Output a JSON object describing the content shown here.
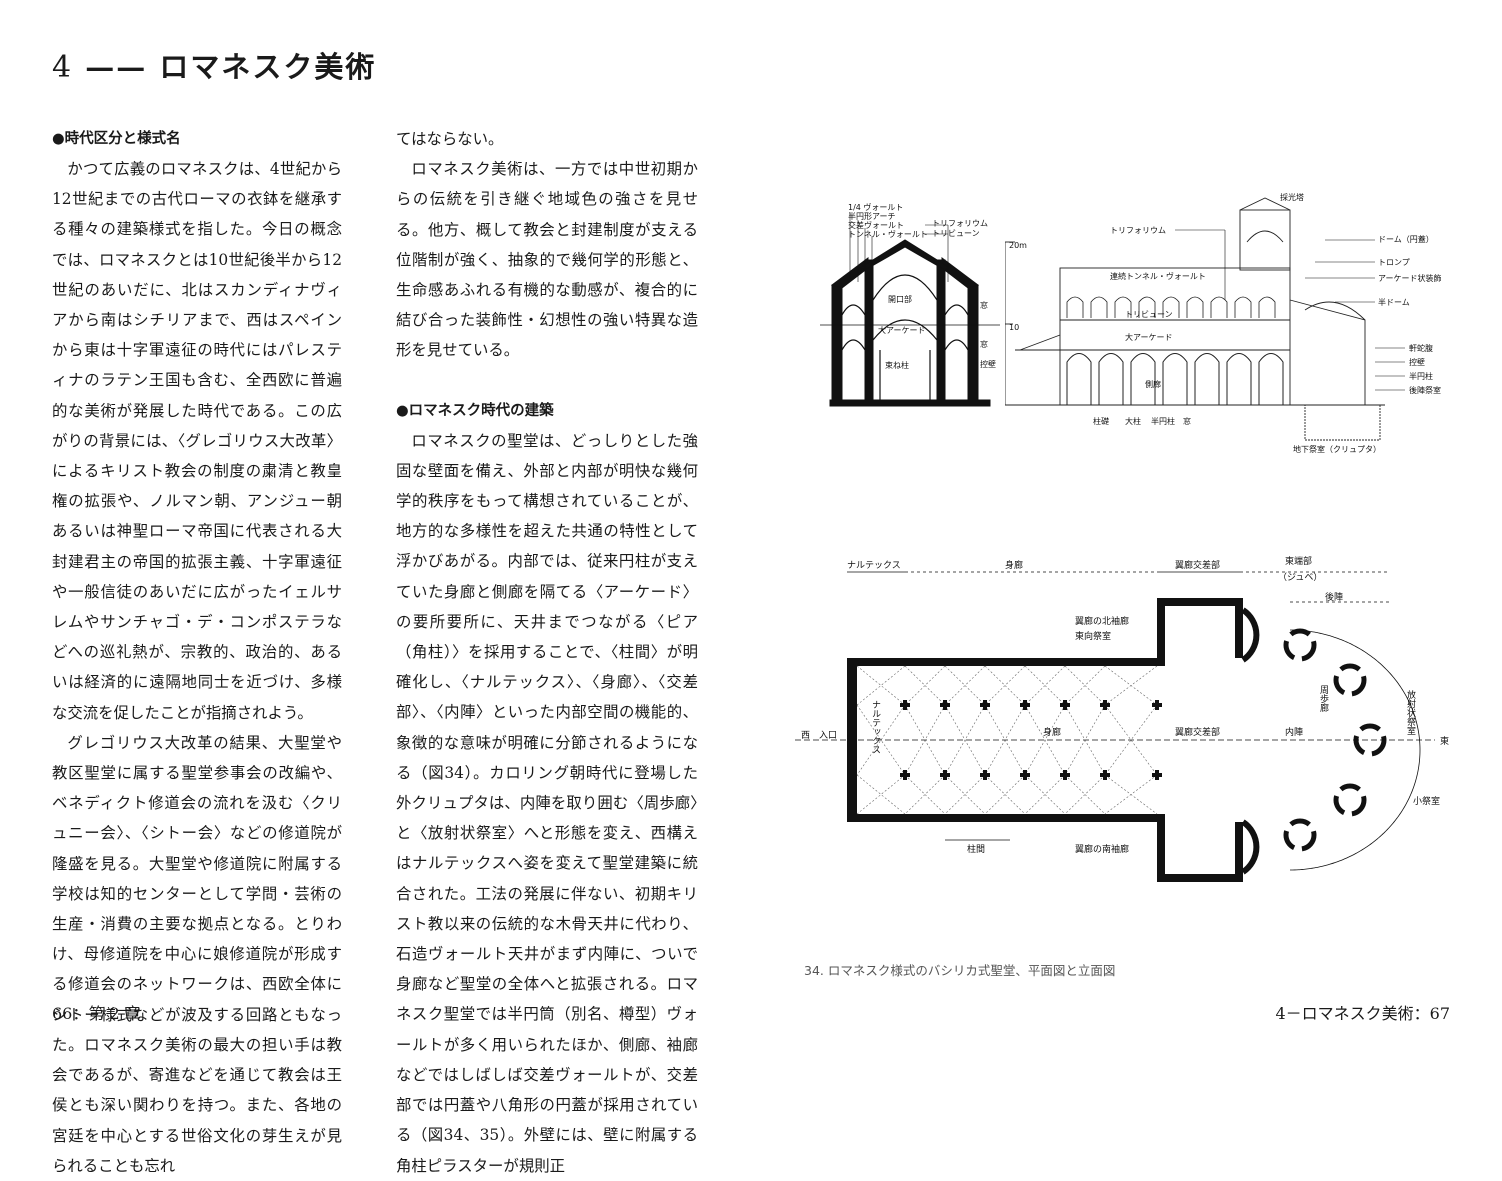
{
  "header": {
    "chapter_number": "4",
    "dash": "——",
    "title": "ロマネスク美術"
  },
  "section1": {
    "heading": "●時代区分と様式名",
    "p1": "かつて広義のロマネスクは、4世紀から12世紀までの古代ローマの衣鉢を継承する種々の建築様式を指した。今日の概念では、ロマネスクとは10世紀後半から12世紀のあいだに、北はスカンディナヴィアから南はシチリアまで、西はスペインから東は十字軍遠征の時代にはパレスティナのラテン王国も含む、全西欧に普遍的な美術が発展した時代である。この広がりの背景には、〈グレゴリウス大改革〉によるキリスト教会の制度の粛清と教皇権の拡張や、ノルマン朝、アンジュー朝あるいは神聖ローマ帝国に代表される大封建君主の帝国的拡張主義、十字軍遠征や一般信徒のあいだに広がったイェルサレムやサンチャゴ・デ・コンポステラなどへの巡礼熱が、宗教的、政治的、あるいは経済的に遠隔地同士を近づけ、多様な交流を促したことが指摘されよう。",
    "p2": "グレゴリウス大改革の結果、大聖堂や教区聖堂に属する聖堂参事会の改編や、ベネディクト修道会の流れを汲む〈クリュニー会〉、〈シトー会〉などの修道院が隆盛を見る。大聖堂や修道院に附属する学校は知的センターとして学問・芸術の生産・消費の主要な拠点となる。とりわけ、母修道院を中心に娘修道院が形成する修道会のネットワークは、西欧全体にシトー様式などが波及する回路ともなった。ロマネスク美術の最大の担い手は教会であるが、寄進などを通じて教会は王侯とも深い関わりを持つ。また、各地の宮廷を中心とする世俗文化の芽生えが見られることも忘れ"
  },
  "section1_cont": {
    "p3": "てはならない。",
    "p4": "ロマネスク美術は、一方では中世初期からの伝統を引き継ぐ地域色の強さを見せる。他方、概して教会と封建制度が支える位階制が強く、抽象的で幾何学的形態と、生命感あふれる有機的な動感が、複合的に結び合った装飾性・幻想性の強い特異な造形を見せている。"
  },
  "section2": {
    "heading": "●ロマネスク時代の建築",
    "p1": "ロマネスクの聖堂は、どっしりとした強固な壁面を備え、外部と内部が明快な幾何学的秩序をもって構想されていることが、地方的な多様性を超えた共通の特性として浮かびあがる。内部では、従来円柱が支えていた身廊と側廊を隔てる〈アーケード〉の要所要所に、天井までつながる〈ピア（角柱）〉を採用することで、〈柱間〉が明確化し、〈ナルテックス〉、〈身廊〉、〈交差部〉、〈内陣〉といった内部空間の機能的、象徴的な意味が明確に分節されるようになる（図34）。カロリング朝時代に登場した外クリュプタは、内陣を取り囲む〈周歩廊〉と〈放射状祭室〉へと形態を変え、西構えはナルテックスへ姿を変えて聖堂建築に統合された。工法の発展に伴ない、初期キリスト教以来の伝統的な木骨天井に代わり、石造ヴォールト天井がまず内陣に、ついで身廊など聖堂の全体へと拡張される。ロマネスク聖堂では半円筒（別名、樽型）ヴォールトが多く用いられたほか、側廊、袖廊などではしばしば交差ヴォールトが、交差部では円蓋や八角形の円蓋が採用されている（図34、35）。外壁には、壁に附属する角柱ピラスターが規則正"
  },
  "figure": {
    "caption": "34. ロマネスク様式のバシリカ式聖堂、平面図と立面図",
    "section_labels": {
      "quarter_vault": "1/4 ヴォールト",
      "semicircular_arch": "半円形アーチ",
      "cross_vault": "交差ヴォールト",
      "tunnel_vault": "トンネル・ヴォールト",
      "triforium": "トリフォリウム",
      "tribune": "トリビューン",
      "opening": "開口部",
      "grand_arcade": "大アーケード",
      "window": "窓",
      "window2": "窓",
      "buttress": "控壁",
      "clustered_pillar": "束ね柱"
    },
    "elevation_labels": {
      "lantern": "採光塔",
      "triforium": "トリフォリウム",
      "scale_20m": "20m",
      "scale_10": "10",
      "dome": "ドーム（円蓋）",
      "continuous_tunnel_vault": "連続トンネル・ヴォールト",
      "squinch": "トロンプ",
      "arcade_decoration": "アーケード状装飾",
      "tribune": "トリビューン",
      "half_dome": "半ドーム",
      "grand_arcade": "大アーケード",
      "eave_cornice": "軒蛇腹",
      "buttress": "控壁",
      "half_column": "半円柱",
      "aisle": "側廊",
      "ambulatory_chapel": "後陣祭室",
      "plinth": "柱礎",
      "column": "大柱",
      "half_column2": "半円柱",
      "window": "窓",
      "crypt": "地下祭室（クリュプタ）"
    },
    "plan_labels": {
      "narthex_top": "ナルテックス",
      "nave_top": "身廊",
      "crossing_top": "翼廊交差部",
      "east_end": "東端部",
      "chevet": "（ジュベ）",
      "apse_top": "後陣",
      "north_transept": "翼廊の北袖廊",
      "east_chapel": "東向祭室",
      "ambulatory": "周歩廊",
      "radiating_chapels": "放射状祭室",
      "west_entrance": "西　入口",
      "narthex": "ナルテックス",
      "nave": "身廊",
      "crossing": "翼廊交差部",
      "choir": "内陣",
      "east": "東",
      "small_chapel": "小祭室",
      "bay": "柱間",
      "south_transept": "翼廊の南袖廊"
    }
  },
  "footer": {
    "left": "66：第 2 章",
    "right": "4－ロマネスク美術：67"
  }
}
